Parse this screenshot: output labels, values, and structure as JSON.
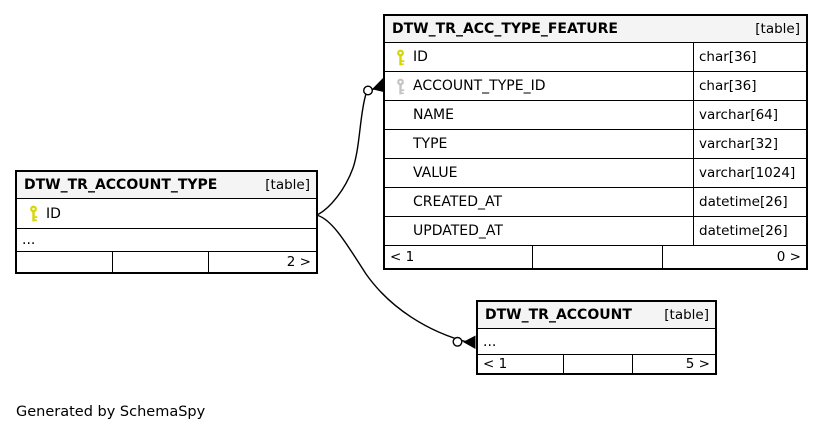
{
  "diagram": {
    "footer_note": "Generated by SchemaSpy"
  },
  "colors": {
    "header_bg": "#f4f4f4",
    "line": "#000000",
    "pk_key": "#d6d600",
    "fk_key": "#c4c4c4"
  },
  "tables": [
    {
      "name": "DTW_TR_ACC_TYPE_FEATURE",
      "kind": "[table]",
      "columns": [
        {
          "name": "ID",
          "type": "char[36]",
          "key": "primary"
        },
        {
          "name": "ACCOUNT_TYPE_ID",
          "type": "char[36]",
          "key": "foreign"
        },
        {
          "name": "NAME",
          "type": "varchar[64]",
          "key": ""
        },
        {
          "name": "TYPE",
          "type": "varchar[32]",
          "key": ""
        },
        {
          "name": "VALUE",
          "type": "varchar[1024]",
          "key": ""
        },
        {
          "name": "CREATED_AT",
          "type": "datetime[26]",
          "key": ""
        },
        {
          "name": "UPDATED_AT",
          "type": "datetime[26]",
          "key": ""
        }
      ],
      "footer": {
        "left": "< 1",
        "middle": "",
        "right": "0 >"
      }
    },
    {
      "name": "DTW_TR_ACCOUNT_TYPE",
      "kind": "[table]",
      "columns": [
        {
          "name": "ID",
          "type": "",
          "key": "primary"
        }
      ],
      "ellipsis": "...",
      "footer": {
        "left": "",
        "middle": "",
        "right": "2 >"
      }
    },
    {
      "name": "DTW_TR_ACCOUNT",
      "kind": "[table]",
      "ellipsis": "...",
      "footer": {
        "left": "< 1",
        "middle": "",
        "right": "5 >"
      }
    }
  ],
  "relationships": [
    {
      "from": "DTW_TR_ACCOUNT_TYPE.ID",
      "to": "DTW_TR_ACC_TYPE_FEATURE.ACCOUNT_TYPE_ID"
    },
    {
      "from": "DTW_TR_ACCOUNT_TYPE.ID",
      "to": "DTW_TR_ACCOUNT"
    }
  ]
}
